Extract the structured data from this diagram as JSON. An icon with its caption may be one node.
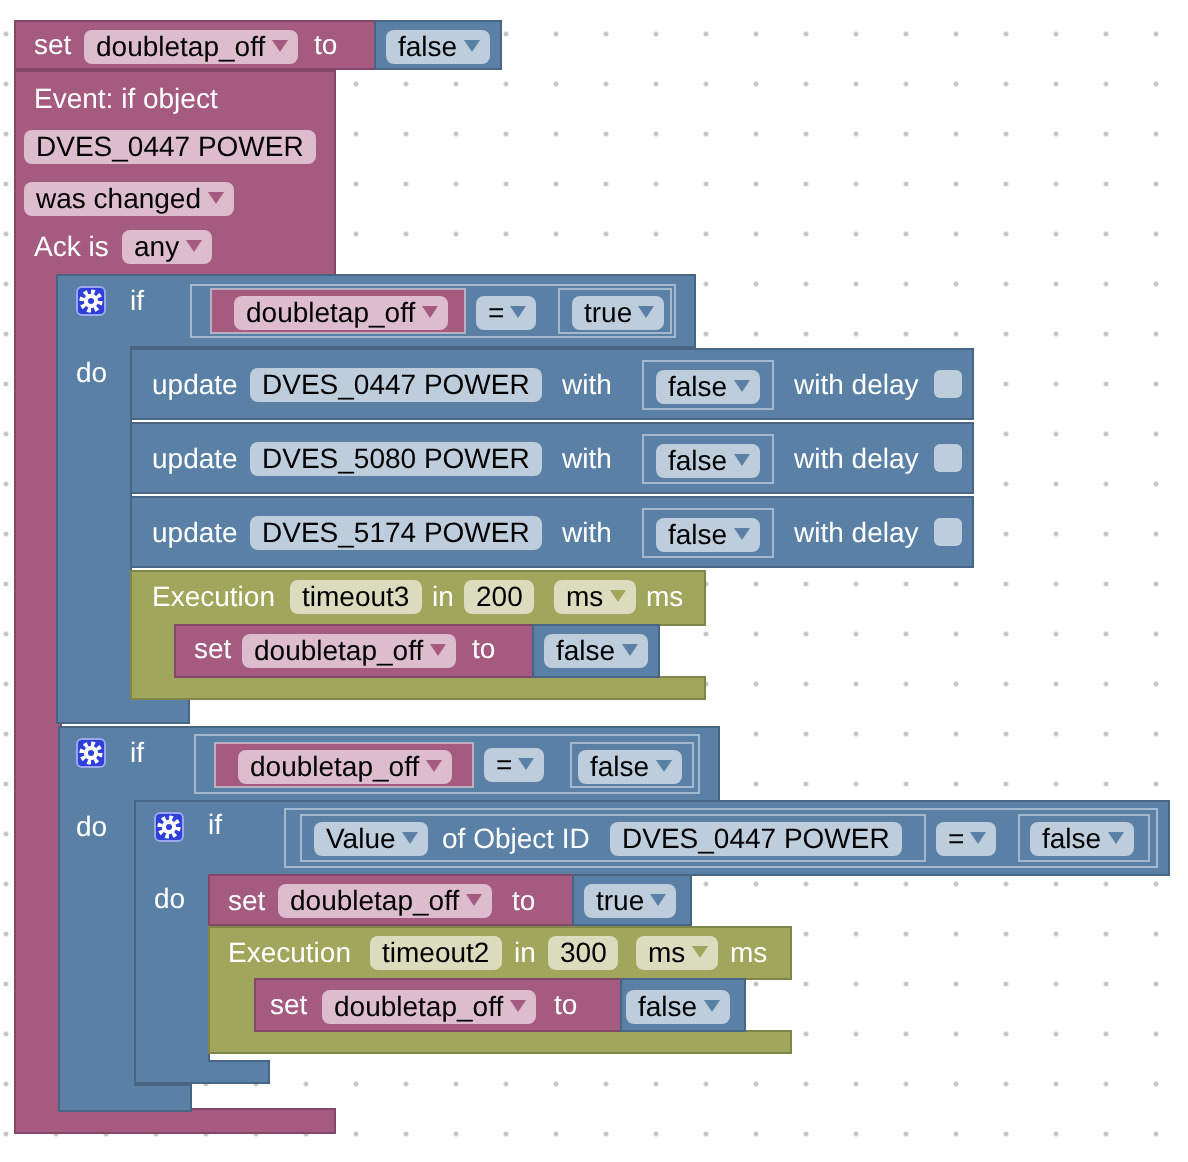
{
  "diagram": {
    "nodes": [
      {
        "text": [
          "set",
          "doubletap_off",
          "to"
        ]
      },
      {
        "text": [
          "false"
        ]
      },
      {
        "text": [
          "Event: if object",
          "DVES_0447 POWER",
          "was changed",
          "Ack is",
          "any"
        ]
      },
      {
        "text": [
          "if",
          "do"
        ]
      },
      {
        "text": [
          "="
        ],
        "in": 3
      },
      {
        "text": [
          "doubletap_off"
        ],
        "in": 4
      },
      {
        "text": [
          "true"
        ],
        "in": 4
      },
      {
        "text": [
          "update",
          "DVES_0447 POWER",
          "with",
          "with delay"
        ]
      },
      {
        "text": [
          "false"
        ],
        "in": 7
      },
      {
        "text": [
          "update",
          "DVES_5080 POWER",
          "with",
          "with delay"
        ]
      },
      {
        "text": [
          "false"
        ],
        "in": 9
      },
      {
        "text": [
          "update",
          "DVES_5174 POWER",
          "with",
          "with delay"
        ]
      },
      {
        "text": [
          "false"
        ],
        "in": 11
      },
      {
        "text": [
          "Execution",
          "timeout3",
          "in",
          "200",
          "ms",
          "ms"
        ]
      },
      {
        "text": [
          "set",
          "doubletap_off",
          "to"
        ]
      },
      {
        "text": [
          "false"
        ]
      },
      {
        "text": [
          "if",
          "do"
        ]
      },
      {
        "text": [
          "="
        ],
        "in": 16
      },
      {
        "text": [
          "doubletap_off"
        ],
        "in": 17
      },
      {
        "text": [
          "false"
        ],
        "in": 17
      },
      {
        "text": [
          "if",
          "do"
        ]
      },
      {
        "text": [
          "="
        ],
        "in": 20
      },
      {
        "text": [
          "Value",
          "of Object ID",
          "DVES_0447 POWER"
        ],
        "in": 21
      },
      {
        "text": [
          "false"
        ],
        "in": 21
      },
      {
        "text": [
          "set",
          "doubletap_off",
          "to"
        ]
      },
      {
        "text": [
          "true"
        ]
      },
      {
        "text": [
          "Execution",
          "timeout2",
          "in",
          "300",
          "ms",
          "ms"
        ]
      },
      {
        "text": [
          "set",
          "doubletap_off",
          "to"
        ]
      },
      {
        "text": [
          "false"
        ]
      }
    ]
  }
}
